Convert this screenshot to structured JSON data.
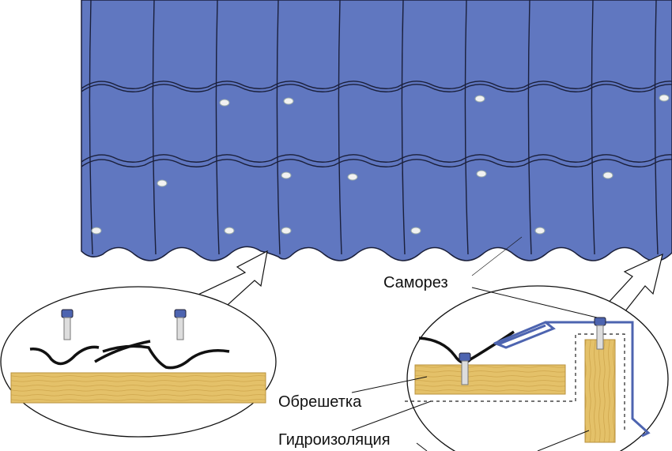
{
  "labels": {
    "screw": "Саморез",
    "batten": "Обрешетка",
    "waterproofing": "Гидроизоляция"
  },
  "colors": {
    "roof": "#6077c0",
    "roof_line": "#1a1f3a",
    "wood": "#e4c169",
    "wood_grain": "#c9a24a",
    "screw_head": "#4d64b0"
  }
}
